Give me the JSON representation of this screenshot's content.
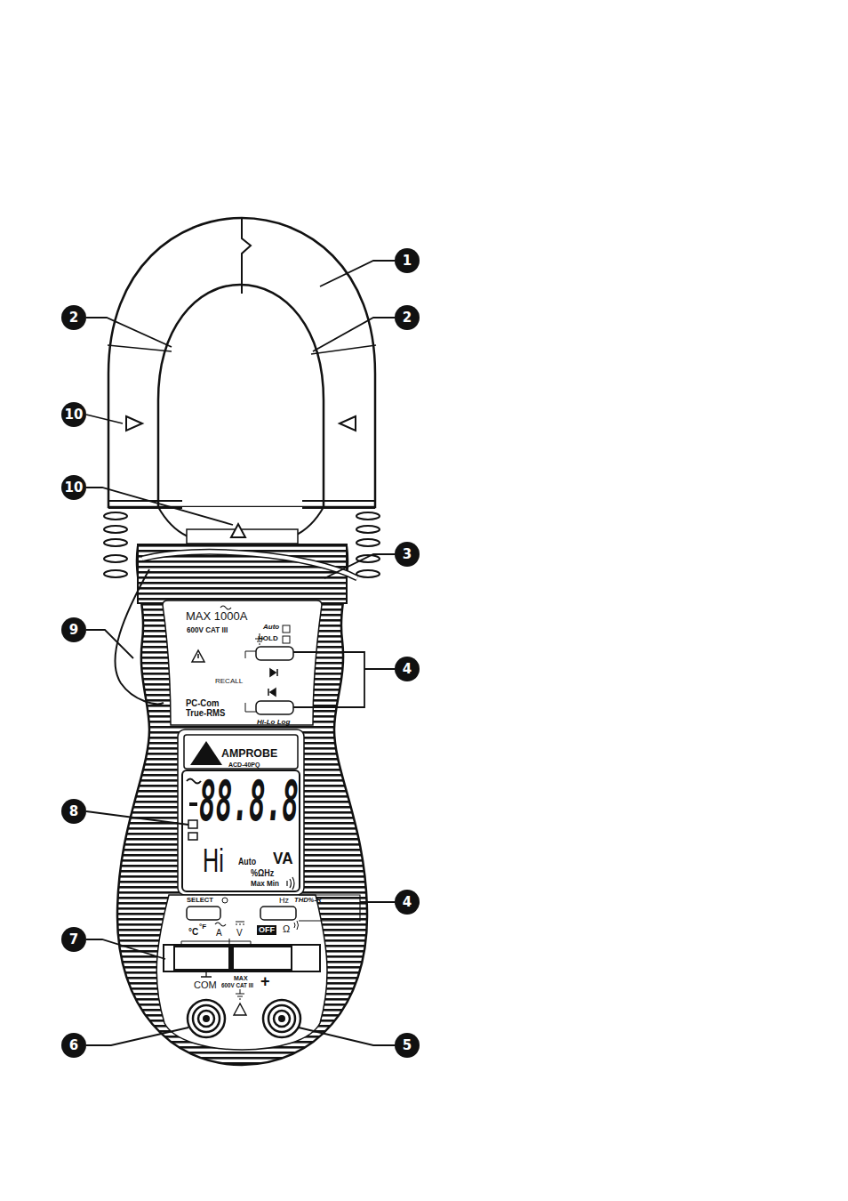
{
  "diagram": {
    "nodes": [
      {
        "text": [
          "1"
        ]
      },
      {
        "text": [
          "2"
        ]
      },
      {
        "text": [
          "2"
        ]
      },
      {
        "text": [
          "10"
        ]
      },
      {
        "text": [
          "10"
        ]
      },
      {
        "text": [
          "3"
        ]
      },
      {
        "text": [
          "9"
        ]
      },
      {
        "text": [
          "4"
        ]
      },
      {
        "text": [
          "8"
        ]
      },
      {
        "text": [
          "4"
        ]
      },
      {
        "text": [
          "7"
        ]
      },
      {
        "text": [
          "6"
        ]
      },
      {
        "text": [
          "5"
        ]
      }
    ],
    "labels": [
      "MAX 1000A",
      "600V CAT III",
      "Auto",
      "HOLD",
      "RECALL",
      "PC-Com",
      "True-RMS",
      "Hi-Lo Log",
      "AMPROBE",
      "ACD-40PQ",
      "88.8.8",
      "Hi",
      "Auto",
      "VA",
      "%ΩHz",
      "Max Min",
      "SELECT",
      "Hz",
      "THD%-R",
      "°C",
      "°F",
      "A",
      "V",
      "OFF",
      "Ω",
      "COM",
      "MAX",
      "600V CAT III",
      "+"
    ]
  }
}
